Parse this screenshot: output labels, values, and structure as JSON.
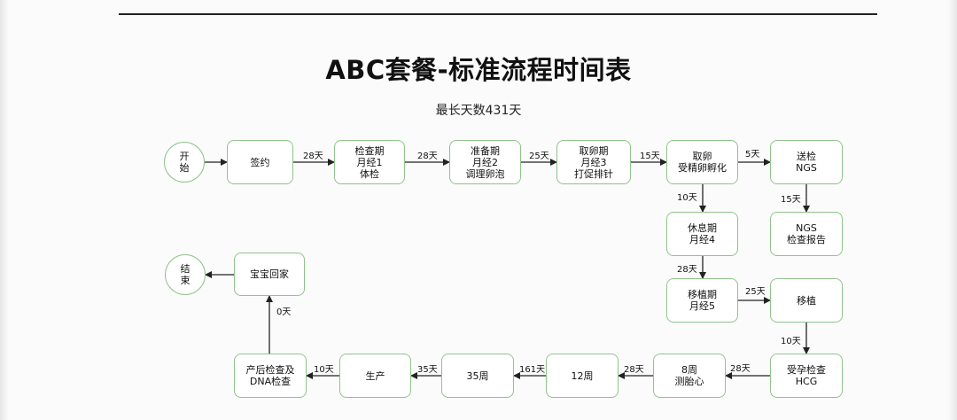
{
  "title": "ABC套餐-标准流程时间表",
  "subtitle": "最长天数431天",
  "colors": {
    "node_border": "#8fc48a",
    "arrow": "#222222"
  },
  "nodes": {
    "start": "开\n始",
    "sign": "签约",
    "check": "检查期\n月经1\n体检",
    "prepare": "准备期\n月经2\n调理卵泡",
    "retrieve_period": "取卵期\n月经3\n打促排针",
    "retrieve": "取卵\n受精卵孵化",
    "send": "送检\nNGS",
    "ngs_report": "NGS\n检查报告",
    "rest": "休息期\n月经4",
    "transfer_period": "移植期\n月经5",
    "transfer": "移植",
    "hcg": "受孕检查\nHCG",
    "week8": "8周\n测胎心",
    "week12": "12周",
    "week35": "35周",
    "birth": "生产",
    "dna": "产后检查及\nDNA检查",
    "home": "宝宝回家",
    "end": "结\n束"
  },
  "edges": {
    "start_sign": "",
    "sign_check": "28天",
    "check_prepare": "28天",
    "prepare_retrieve_period": "25天",
    "retrieve_period_retrieve": "15天",
    "retrieve_send": "5天",
    "send_ngs_report": "15天",
    "retrieve_rest": "10天",
    "rest_transfer_period": "28天",
    "transfer_period_transfer": "25天",
    "transfer_hcg": "10天",
    "hcg_week8": "28天",
    "week8_week12": "28天",
    "week12_week35": "161天",
    "week35_birth": "35天",
    "birth_dna": "10天",
    "dna_home": "0天",
    "home_end": ""
  }
}
